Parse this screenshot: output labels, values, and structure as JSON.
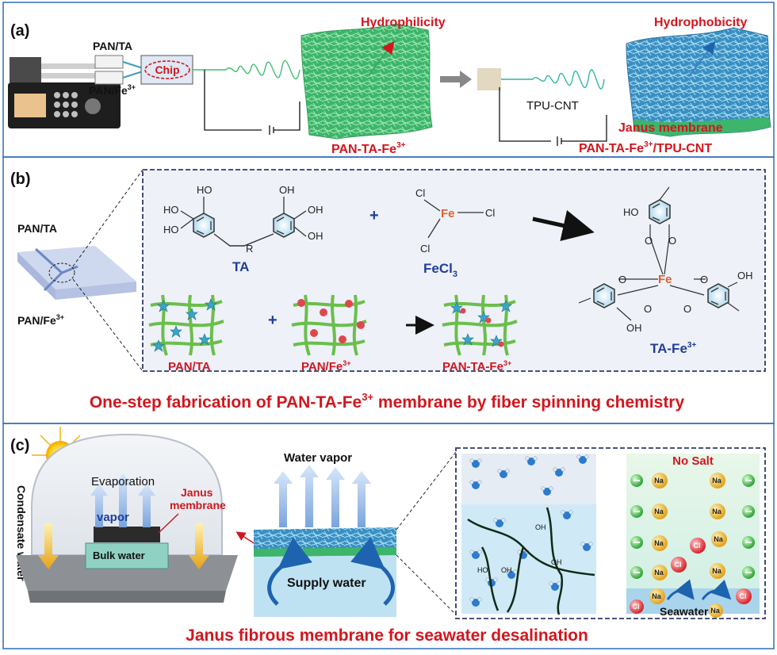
{
  "colors": {
    "frame": "#2f6db5",
    "red": "#d2161e",
    "blue": "#1f3e9a",
    "green": "#3fbf6e",
    "teal": "#2fb6a6"
  },
  "panel_a": {
    "tag": "(a)",
    "syringe_top": "PAN/TA",
    "syringe_bottom": "PAN/Fe",
    "chip": "Chip",
    "hydrophilicity": "Hydrophilicity",
    "membrane1_label": "PAN-TA-Fe",
    "tpu": "TPU-CNT",
    "hydrophobicity": "Hydrophobicity",
    "janus": "Janus membrane",
    "membrane2_label": "PAN-TA-Fe",
    "membrane2_suffix": "/TPU-CNT",
    "sup": "3+"
  },
  "panel_b": {
    "tag": "(b)",
    "chip_top": "PAN/TA",
    "chip_bottom": "PAN/Fe",
    "oh": "OH",
    "ho": "HO",
    "r": "R",
    "ta": "TA",
    "plus": "+",
    "cl": "Cl",
    "fe": "Fe",
    "o": "O",
    "fecl": "FeCl",
    "three": "3",
    "pan_ta": "PAN/TA",
    "pan_fe": "PAN/Fe",
    "pan_ta_fe": "PAN-TA-Fe",
    "ta_fe": "TA-Fe",
    "sup": "3+",
    "caption_pre": "One-step fabrication of PAN-TA-Fe",
    "caption_post": " membrane by fiber spinning chemistry"
  },
  "panel_c": {
    "tag": "(c)",
    "condensate": "Condensate water",
    "evaporation": "Evaporation",
    "vapor": "vapor",
    "janus_line1": "Janus",
    "janus_line2": "membrane",
    "bulk": "Bulk water",
    "water_vapor": "Water vapor",
    "supply": "Supply water",
    "oh_small": "OH",
    "ho_small": "HO",
    "no_salt": "No Salt",
    "na": "Na",
    "cl": "Cl",
    "seawater": "Seawater",
    "caption": "Janus fibrous membrane for seawater desalination"
  }
}
